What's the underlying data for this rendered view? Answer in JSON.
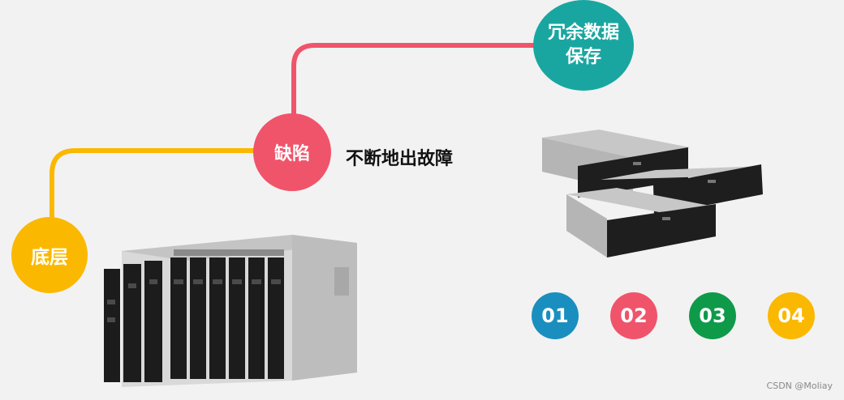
{
  "colors": {
    "yellow": "#fbb800",
    "red": "#f0546a",
    "teal": "#1aa6a0",
    "blue": "#1a8fbf",
    "green": "#0f9a4a"
  },
  "nodes": {
    "base": "底层",
    "defect": "缺陷",
    "redundant": "冗余数据\n保存"
  },
  "caption": "不断地出故障",
  "numbers": [
    "01",
    "02",
    "03",
    "04"
  ],
  "images": {
    "blade_chassis": "blade-server-chassis",
    "rack_servers": "rack-servers-stack"
  },
  "watermark": "CSDN @Moliay"
}
